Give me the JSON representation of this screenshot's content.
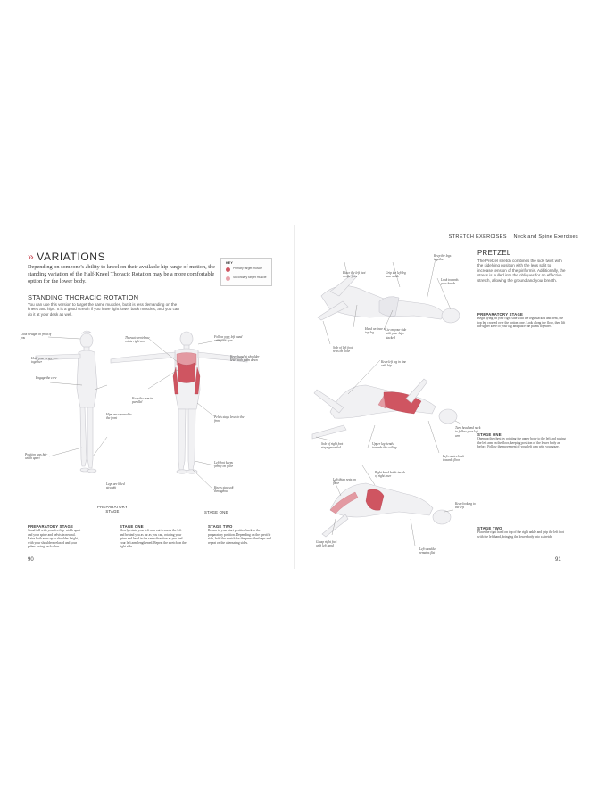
{
  "header": {
    "section": "STRETCH EXERCISES",
    "separator": "|",
    "chapter": "Neck and Spine Exercises"
  },
  "left": {
    "title": "VARIATIONS",
    "intro": "Depending on someone's ability to kneel on their available hip range of motion, the standing variation of the Half-Kneel Thoracic Rotation may be a more comfortable option for the lower body.",
    "key": {
      "title": "KEY",
      "primary": "Primary target muscle",
      "secondary": "Secondary target muscle",
      "primary_color": "#cf5561",
      "secondary_color": "#e8a2aa"
    },
    "subtitle": "STANDING THORACIC ROTATION",
    "sub_intro": "You can use this version to target the same muscles, but it is less demanding on the knees and hips. It is a good stretch if you have tight lower back muscles, and you can do it at your desk as well.",
    "labels": {
      "look_straight": "Look straight in front of you",
      "hold_arms": "Hold your arms together",
      "engage_core": "Engage the core",
      "position_legs": "Position legs hip-width apart",
      "hips_squared": "Hips are squared to the front",
      "legs_straight": "Legs are lifted straight",
      "thoracic_rotation": "Thoracic vertebrae rotate right arm",
      "keep_arm_parallel": "Keep the arm in parallel",
      "follow_hand": "Follow your left hand with your eyes",
      "keep_hand_level": "Keep hand at shoulder level with palm down",
      "pelvis_level": "Pelvis stays level to the front",
      "left_foot_grounded": "Left foot keeps firmly on floor",
      "knees_soft": "Knees stay soft throughout"
    },
    "stage_labels": {
      "prep": "PREPARATORY STAGE",
      "one": "STAGE ONE"
    },
    "columns": [
      {
        "heading": "PREPARATORY STAGE",
        "text": "Stand tall with your feet hip-width apart and your spine and pelvis in neutral. Raise both arms up to shoulder height, with your shoulders relaxed and your palms facing each other."
      },
      {
        "heading": "STAGE ONE",
        "text": "Slowly rotate your left arm out towards the left and behind you as far as you can, rotating your spine and head in the same direction as you feel your left arm lengthened. Repeat the stretch on the right side."
      },
      {
        "heading": "STAGE TWO",
        "text": "Return to your start position back to the preparatory position. Depending on the specific side, hold the stretch for the prescribed reps and repeat on the alternating sides."
      }
    ],
    "page_number": "90"
  },
  "right": {
    "title": "PRETZEL",
    "intro": "The Pretzel stretch combines the side twist with the sidelying position with the legs split to increase tension of the piriformis. Additionally, the stress is pulled into the obliques for an effective stretch, allowing the ground and your breath.",
    "labels": {
      "legs_together": "Keep the legs together",
      "one_half_foot": "Place the left foot on the floor",
      "grip_left_leg": "Grip the left leg near ankle",
      "look_forward": "Look towards your hands",
      "hands_on_knee": "Hand on knee of top leg",
      "sole_on_floor": "Sole of left foot rests on floor",
      "lie_on_right_hip": "Lie on your side with your hips stacked",
      "bend_left_leg": "Keep left leg in line with hip",
      "turn_head": "Turn head and neck to follow your left arm",
      "sole_ground": "Sole of right foot stays grounded",
      "upper_leg_bent": "Upper leg bends towards the ceiling",
      "rotate_back": "Left rotates back towards floor",
      "right_hand_hold": "Right hand holds inside of right knee",
      "left_thigh": "Left thigh rests on floor",
      "keep_head": "Keep looking to the left",
      "grasp_right": "Grasp right foot with left hand",
      "left_shoulder": "Left shoulder remains flat"
    },
    "preparatory": {
      "heading": "PREPARATORY STAGE",
      "text": "Begin lying on your right side with the legs stacked and bent, the top leg crossed over the bottom one. Look along the floor, then lift the upper knee of your leg and place the palms together."
    },
    "stage_one": {
      "heading": "STAGE ONE",
      "text": "Open up the chest by rotating the upper body to the left and raising the left arm on the floor, keeping position of the lower body as before. Follow the movement of your left arm with your gaze."
    },
    "stage_two": {
      "heading": "STAGE TWO",
      "text": "Place the right hand on top of the right ankle and grip the left foot with the left hand, bringing the lower body into a stretch."
    },
    "page_number": "91"
  }
}
